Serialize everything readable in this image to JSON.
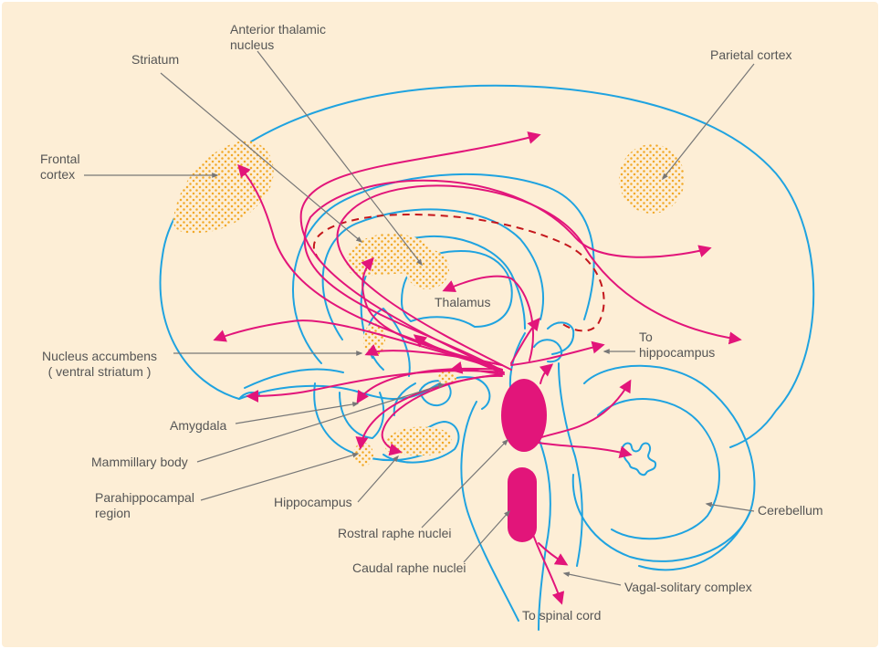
{
  "colors": {
    "background": "#fdeed6",
    "outline": "#1fa3e0",
    "projection": "#e2157a",
    "nucleus_dots": "#f2a928",
    "leader": "#777777",
    "dashed": "#c4161c"
  },
  "labels": {
    "frontal_cortex": "Frontal\ncortex",
    "striatum": "Striatum",
    "anterior_thalamic": "Anterior thalamic\nnucleus",
    "parietal_cortex": "Parietal cortex",
    "thalamus": "Thalamus",
    "to_hippocampus": "To\nhippocampus",
    "nucleus_accumbens": "Nucleus accumbens\n( ventral striatum )",
    "amygdala": "Amygdala",
    "mammillary_body": "Mammillary body",
    "parahippocampal": "Parahippocampal\nregion",
    "hippocampus": "Hippocampus",
    "rostral_raphe": "Rostral raphe nuclei",
    "caudal_raphe": "Caudal raphe nuclei",
    "cerebellum": "Cerebellum",
    "vagal_solitary": "Vagal-solitary complex",
    "to_spinal_cord": "To spinal cord"
  }
}
